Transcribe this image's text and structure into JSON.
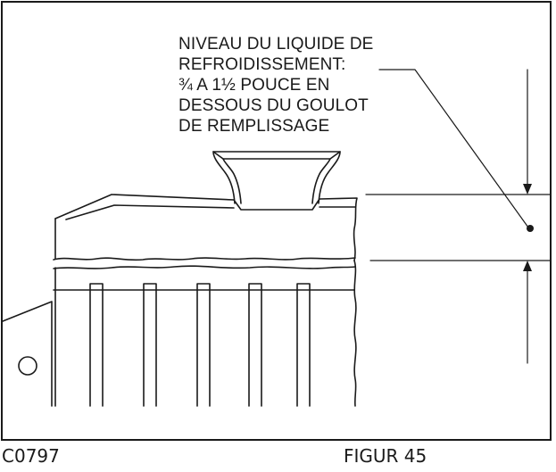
{
  "diagram": {
    "callout_lines": [
      "NIVEAU DU LIQUIDE DE",
      "REFROIDISSEMENT:",
      "¾ A 1½ POUCE EN",
      "DESSOUS DU GOULOT",
      "DE REMPLISSAGE"
    ]
  },
  "footer": {
    "code": "C0797",
    "figure": "FIGUR 45"
  },
  "colors": {
    "ink": "#1a1a1a",
    "background": "#ffffff"
  }
}
